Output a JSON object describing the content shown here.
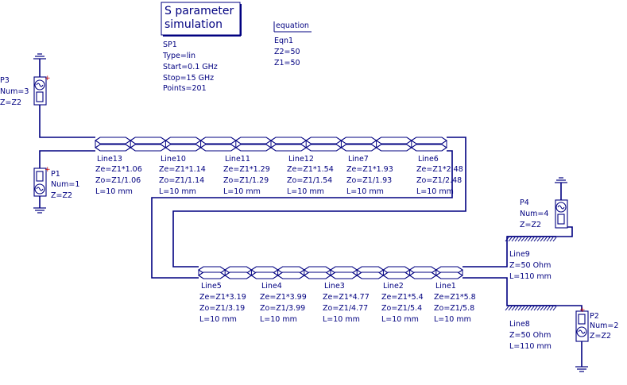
{
  "sim": {
    "title_line1": "S parameter",
    "title_line2": "simulation",
    "name": "SP1",
    "type": "Type=lin",
    "start": "Start=0.1 GHz",
    "stop": "Stop=15 GHz",
    "points": "Points=201"
  },
  "equation": {
    "title": "equation",
    "name": "Eqn1",
    "z2": "Z2=50",
    "z1": "Z1=50"
  },
  "ports": [
    {
      "name": "P3",
      "num": "Num=3",
      "z": "Z=Z2"
    },
    {
      "name": "P1",
      "num": "Num=1",
      "z": "Z=Z2"
    },
    {
      "name": "P4",
      "num": "Num=4",
      "z": "Z=Z2"
    },
    {
      "name": "P2",
      "num": "Num=2",
      "z": "Z=Z2"
    }
  ],
  "top_lines": [
    {
      "name": "Line13",
      "ze": "Ze=Z1*1.06",
      "zo": "Zo=Z1/1.06",
      "l": "L=10 mm"
    },
    {
      "name": "Line10",
      "ze": "Ze=Z1*1.14",
      "zo": "Zo=Z1/1.14",
      "l": "L=10 mm"
    },
    {
      "name": "Line11",
      "ze": "Ze=Z1*1.29",
      "zo": "Zo=Z1/1.29",
      "l": "L=10 mm"
    },
    {
      "name": "Line12",
      "ze": "Ze=Z1*1.54",
      "zo": "Zo=Z1/1.54",
      "l": "L=10 mm"
    },
    {
      "name": "Line7",
      "ze": "Ze=Z1*1.93",
      "zo": "Zo=Z1/1.93",
      "l": "L=10 mm"
    },
    {
      "name": "Line6",
      "ze": "Ze=Z1*2.48",
      "zo": "Zo=Z1/2.48",
      "l": "L=10 mm"
    }
  ],
  "bottom_lines": [
    {
      "name": "Line5",
      "ze": "Ze=Z1*3.19",
      "zo": "Zo=Z1/3.19",
      "l": "L=10 mm"
    },
    {
      "name": "Line4",
      "ze": "Ze=Z1*3.99",
      "zo": "Zo=Z1/3.99",
      "l": "L=10 mm"
    },
    {
      "name": "Line3",
      "ze": "Ze=Z1*4.77",
      "zo": "Zo=Z1/4.77",
      "l": "L=10 mm"
    },
    {
      "name": "Line2",
      "ze": "Ze=Z1*5.4",
      "zo": "Zo=Z1/5.4",
      "l": "L=10 mm"
    },
    {
      "name": "Line1",
      "ze": "Ze=Z1*5.8",
      "zo": "Zo=Z1/5.8",
      "l": "L=10 mm"
    }
  ],
  "tlines": [
    {
      "name": "Line9",
      "z": "Z=50 Ohm",
      "l": "L=110 mm"
    },
    {
      "name": "Line8",
      "z": "Z=50 Ohm",
      "l": "L=110 mm"
    }
  ],
  "symbols": {
    "plus": "+"
  }
}
